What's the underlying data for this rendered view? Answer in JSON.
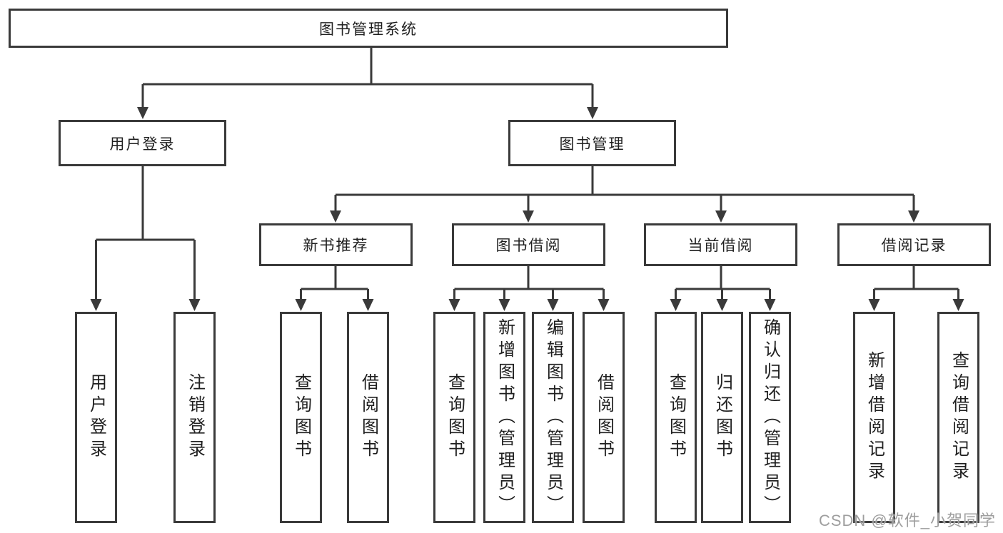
{
  "diagram": {
    "root": "图书管理系统",
    "level2": [
      "用户登录",
      "图书管理"
    ],
    "level3": [
      "新书推荐",
      "图书借阅",
      "当前借阅",
      "借阅记录"
    ],
    "leaves": [
      "用户登录",
      "注销登录",
      "查询图书",
      "借阅图书",
      "查询图书",
      "新增图书（管理员）",
      "编辑图书（管理员）",
      "借阅图书",
      "查询图书",
      "归还图书",
      "确认归还（管理员）",
      "新增借阅记录",
      "查询借阅记录"
    ]
  },
  "watermark": "CSDN @软件_小贺同学",
  "colors": {
    "line": "#3a3a3a",
    "text": "#1f1f1f",
    "watermark": "#9e9e9e",
    "background": "#ffffff"
  }
}
